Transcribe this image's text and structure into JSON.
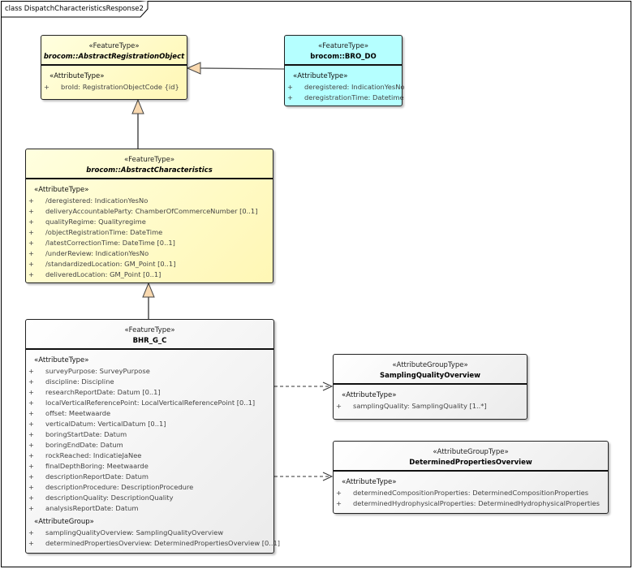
{
  "frame": {
    "title": "class DispatchCharacteristicsResponse2"
  },
  "classes": {
    "registration": {
      "stereotype": "«FeatureType»",
      "name": "brocom::AbstractRegistrationObject",
      "groups": [
        {
          "label": "«AttributeType»",
          "attrs": [
            "broId: RegistrationObjectCode {id}"
          ]
        }
      ]
    },
    "bro_do": {
      "stereotype": "«FeatureType»",
      "name": "brocom::BRO_DO",
      "groups": [
        {
          "label": "«AttributeType»",
          "attrs": [
            "deregistered: IndicationYesNo",
            "deregistrationTime: Datetime"
          ]
        }
      ]
    },
    "characteristics": {
      "stereotype": "«FeatureType»",
      "name": "brocom::AbstractCharacteristics",
      "groups": [
        {
          "label": "«AttributeType»",
          "attrs": [
            "/deregistered: IndicationYesNo",
            "deliveryAccountableParty: ChamberOfCommerceNumber [0..1]",
            "qualityRegime: Qualityregime",
            "/objectRegistrationTime: DateTime",
            "/latestCorrectionTime: DateTime [0..1]",
            "/underReview: IndicationYesNo",
            "/standardizedLocation: GM_Point [0..1]",
            "deliveredLocation: GM_Point [0..1]"
          ]
        }
      ]
    },
    "bhr": {
      "stereotype": "«FeatureType»",
      "name": "BHR_G_C",
      "groups": [
        {
          "label": "«AttributeType»",
          "attrs": [
            "surveyPurpose: SurveyPurpose",
            "discipline: Discipline",
            "researchReportDate: Datum [0..1]",
            "localVerticalReferencePoint: LocalVerticalReferencePoint [0..1]",
            "offset: Meetwaarde",
            "verticalDatum: VerticalDatum [0..1]",
            "boringStartDate: Datum",
            "boringEndDate: Datum",
            "rockReached: IndicatieJaNee",
            "finalDepthBoring: Meetwaarde",
            "descriptionReportDate: Datum",
            "descriptionProcedure: DescriptionProcedure",
            "descriptionQuality: DescriptionQuality",
            "analysisReportDate: Datum"
          ]
        },
        {
          "label": "«AttributeGroup»",
          "attrs": [
            "samplingQualityOverview: SamplingQualityOverview",
            "determinedPropertiesOverview: DeterminedPropertiesOverview [0..1]"
          ]
        }
      ]
    },
    "sampling": {
      "stereotype": "«AttributeGroupType»",
      "name": "SamplingQualityOverview",
      "groups": [
        {
          "label": "«AttributeType»",
          "attrs": [
            "samplingQuality: SamplingQuality [1..*]"
          ]
        }
      ]
    },
    "determined": {
      "stereotype": "«AttributeGroupType»",
      "name": "DeterminedPropertiesOverview",
      "groups": [
        {
          "label": "«AttributeType»",
          "attrs": [
            "determinedCompositionProperties: DeterminedCompositionProperties",
            "determinedHydrophysicalProperties: DeterminedHydrophysicalProperties"
          ]
        }
      ]
    }
  },
  "colors": {
    "abstract_fill": "#fff7b5",
    "bro_do_fill": "#b5ffff",
    "generalization_arrow": "#f9d9b0"
  }
}
